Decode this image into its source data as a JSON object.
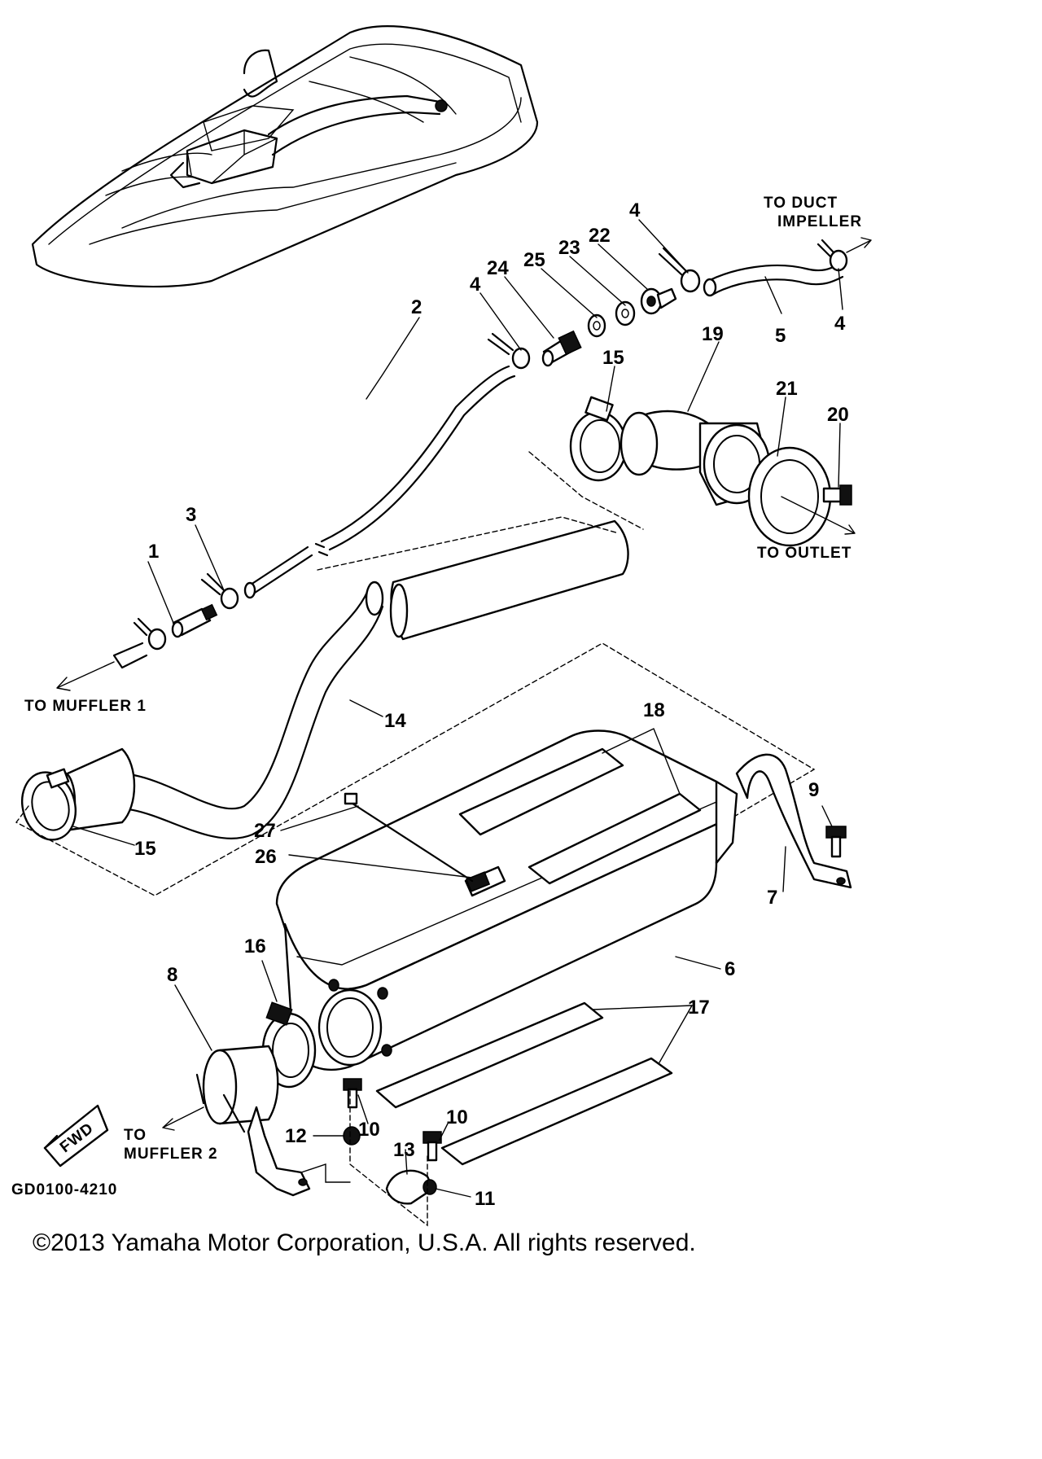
{
  "figure_code": "GD0100-4210",
  "copyright": "©2013 Yamaha Motor Corporation, U.S.A. All rights reserved.",
  "notes": {
    "to_duct_impeller_1": "TO DUCT",
    "to_duct_impeller_2": "IMPELLER",
    "to_outlet": "TO OUTLET",
    "to_muffler_1": "TO MUFFLER 1",
    "to_muffler_2_1": "TO",
    "to_muffler_2_2": "MUFFLER 2",
    "fwd": "FWD"
  },
  "callouts": {
    "p1": "1",
    "p2": "2",
    "p3": "3",
    "p4a": "4",
    "p4b": "4",
    "p4c": "4",
    "p5": "5",
    "p6": "6",
    "p7": "7",
    "p8": "8",
    "p9": "9",
    "p10a": "10",
    "p10b": "10",
    "p11": "11",
    "p12": "12",
    "p13": "13",
    "p14": "14",
    "p15a": "15",
    "p15b": "15",
    "p16": "16",
    "p17": "17",
    "p18": "18",
    "p19": "19",
    "p20": "20",
    "p21": "21",
    "p22": "22",
    "p23": "23",
    "p24": "24",
    "p25": "25",
    "p26": "26",
    "p27": "27"
  }
}
